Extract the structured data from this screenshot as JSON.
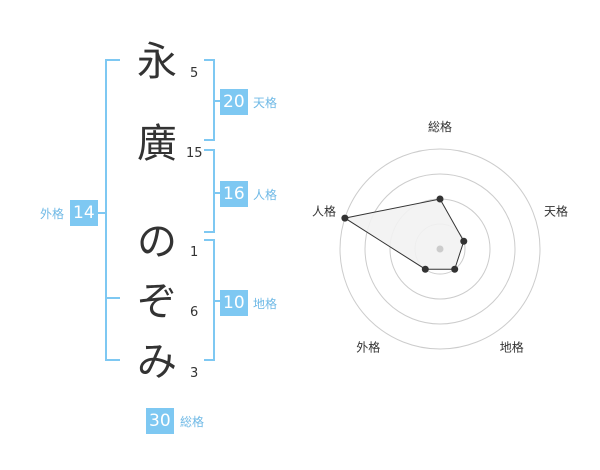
{
  "name": {
    "characters": [
      {
        "char": "永",
        "strokes": "5"
      },
      {
        "char": "廣",
        "strokes": "15"
      },
      {
        "char": "の",
        "strokes": "1"
      },
      {
        "char": "ぞ",
        "strokes": "6"
      },
      {
        "char": "み",
        "strokes": "3"
      }
    ]
  },
  "fortunes": {
    "tenkaku": {
      "value": "20",
      "label": "天格"
    },
    "jinkaku": {
      "value": "16",
      "label": "人格"
    },
    "chikaku": {
      "value": "10",
      "label": "地格"
    },
    "gaikaku": {
      "value": "14",
      "label": "外格"
    },
    "soukaku": {
      "value": "30",
      "label": "総格"
    }
  },
  "colors": {
    "accent": "#7ec8f2",
    "label_text": "#6fb9e6",
    "text": "#333333",
    "radar_ring": "#cccccc",
    "radar_fill": "#f2f2f2",
    "radar_point": "#333333",
    "radar_center": "#cccccc"
  },
  "chart_data": {
    "type": "radar",
    "axes": [
      "総格",
      "天格",
      "地格",
      "外格",
      "人格"
    ],
    "values": [
      2,
      1,
      1,
      1,
      4
    ],
    "range": [
      0,
      4
    ],
    "rings": 4,
    "grid": true,
    "legend": "none"
  }
}
